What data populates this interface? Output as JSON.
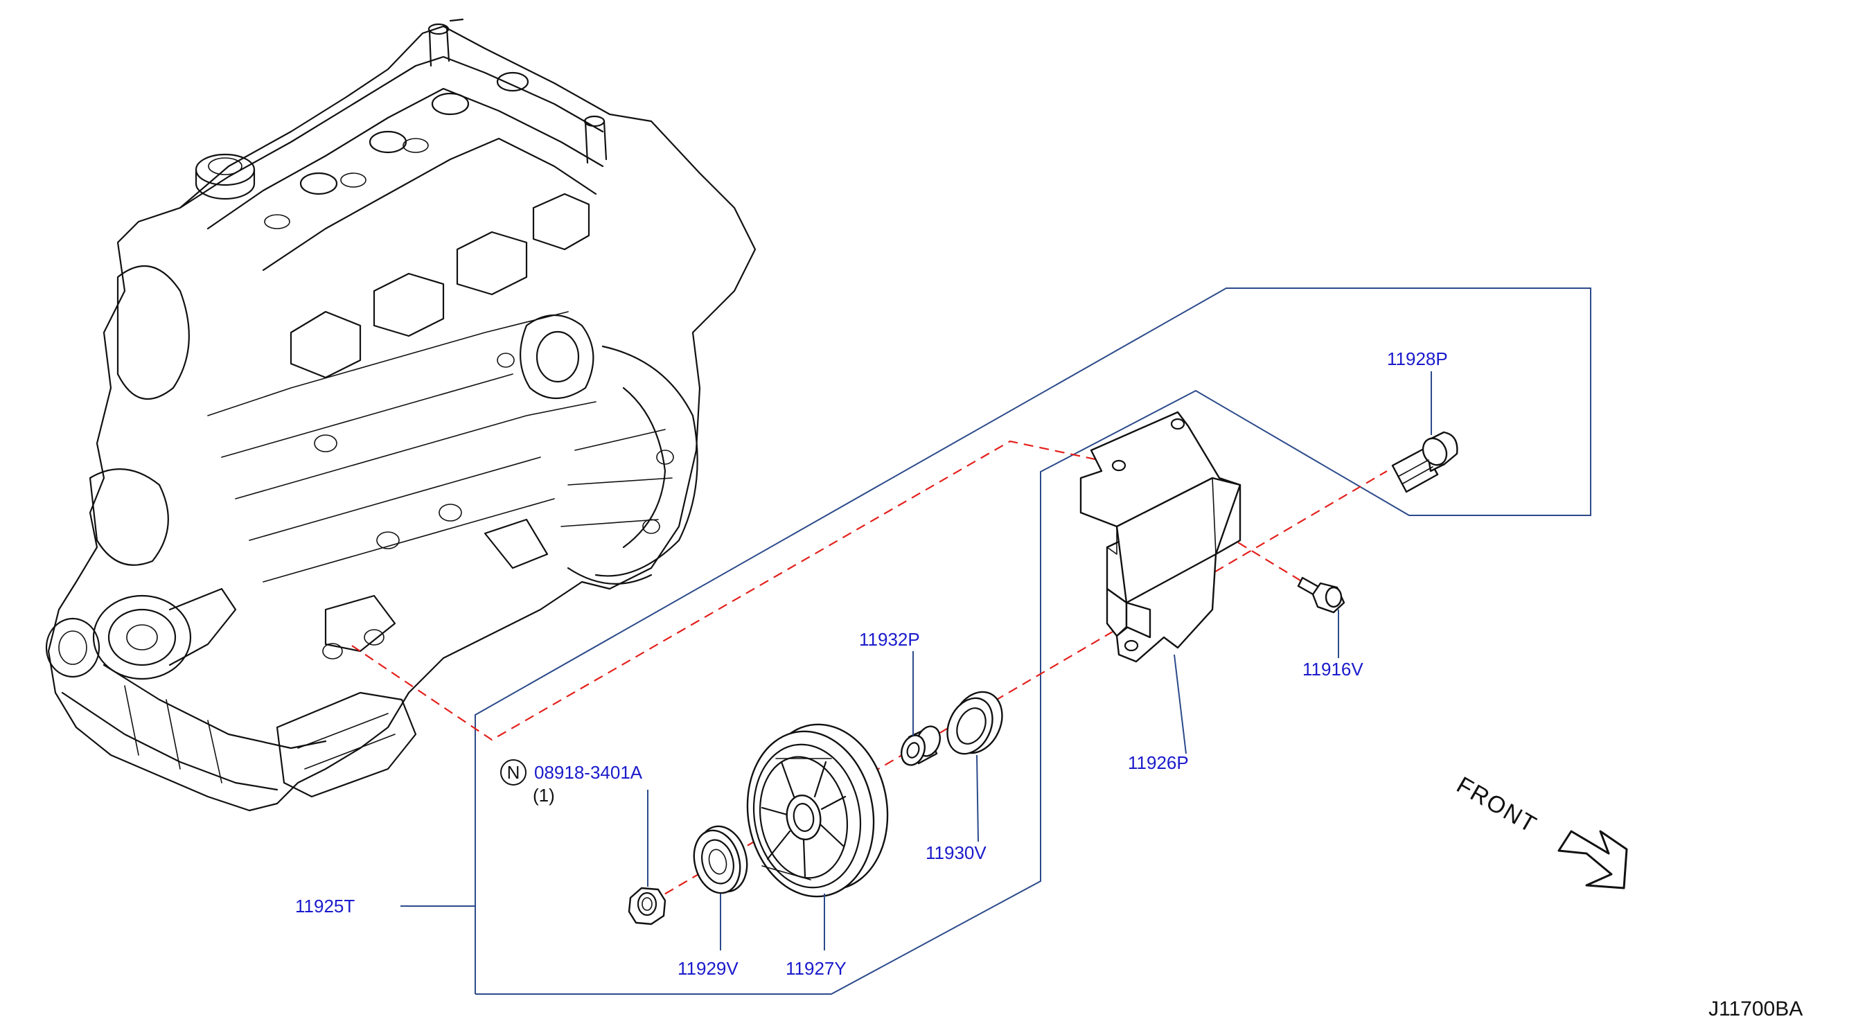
{
  "colors": {
    "part_number": "#1a1acc",
    "leader_line": "#2b4a8a",
    "centerline": "#e3201b",
    "drawing": "#111111",
    "background": "#ffffff"
  },
  "parts": {
    "p11928P": "11928P",
    "p11932P": "11932P",
    "p11916V": "11916V",
    "p11926P": "11926P",
    "p08918": "08918-3401A",
    "p08918_qty": "(1)",
    "p08918_badge": "N",
    "p11930V": "11930V",
    "p11925T": "11925T",
    "p11929V": "11929V",
    "p11927Y": "11927Y"
  },
  "front_label": "FRONT",
  "diagram_ref": "J11700BA",
  "icons": {
    "front_arrow": "hollow-arrow-icon",
    "new_part_badge": "circled-n-icon"
  }
}
